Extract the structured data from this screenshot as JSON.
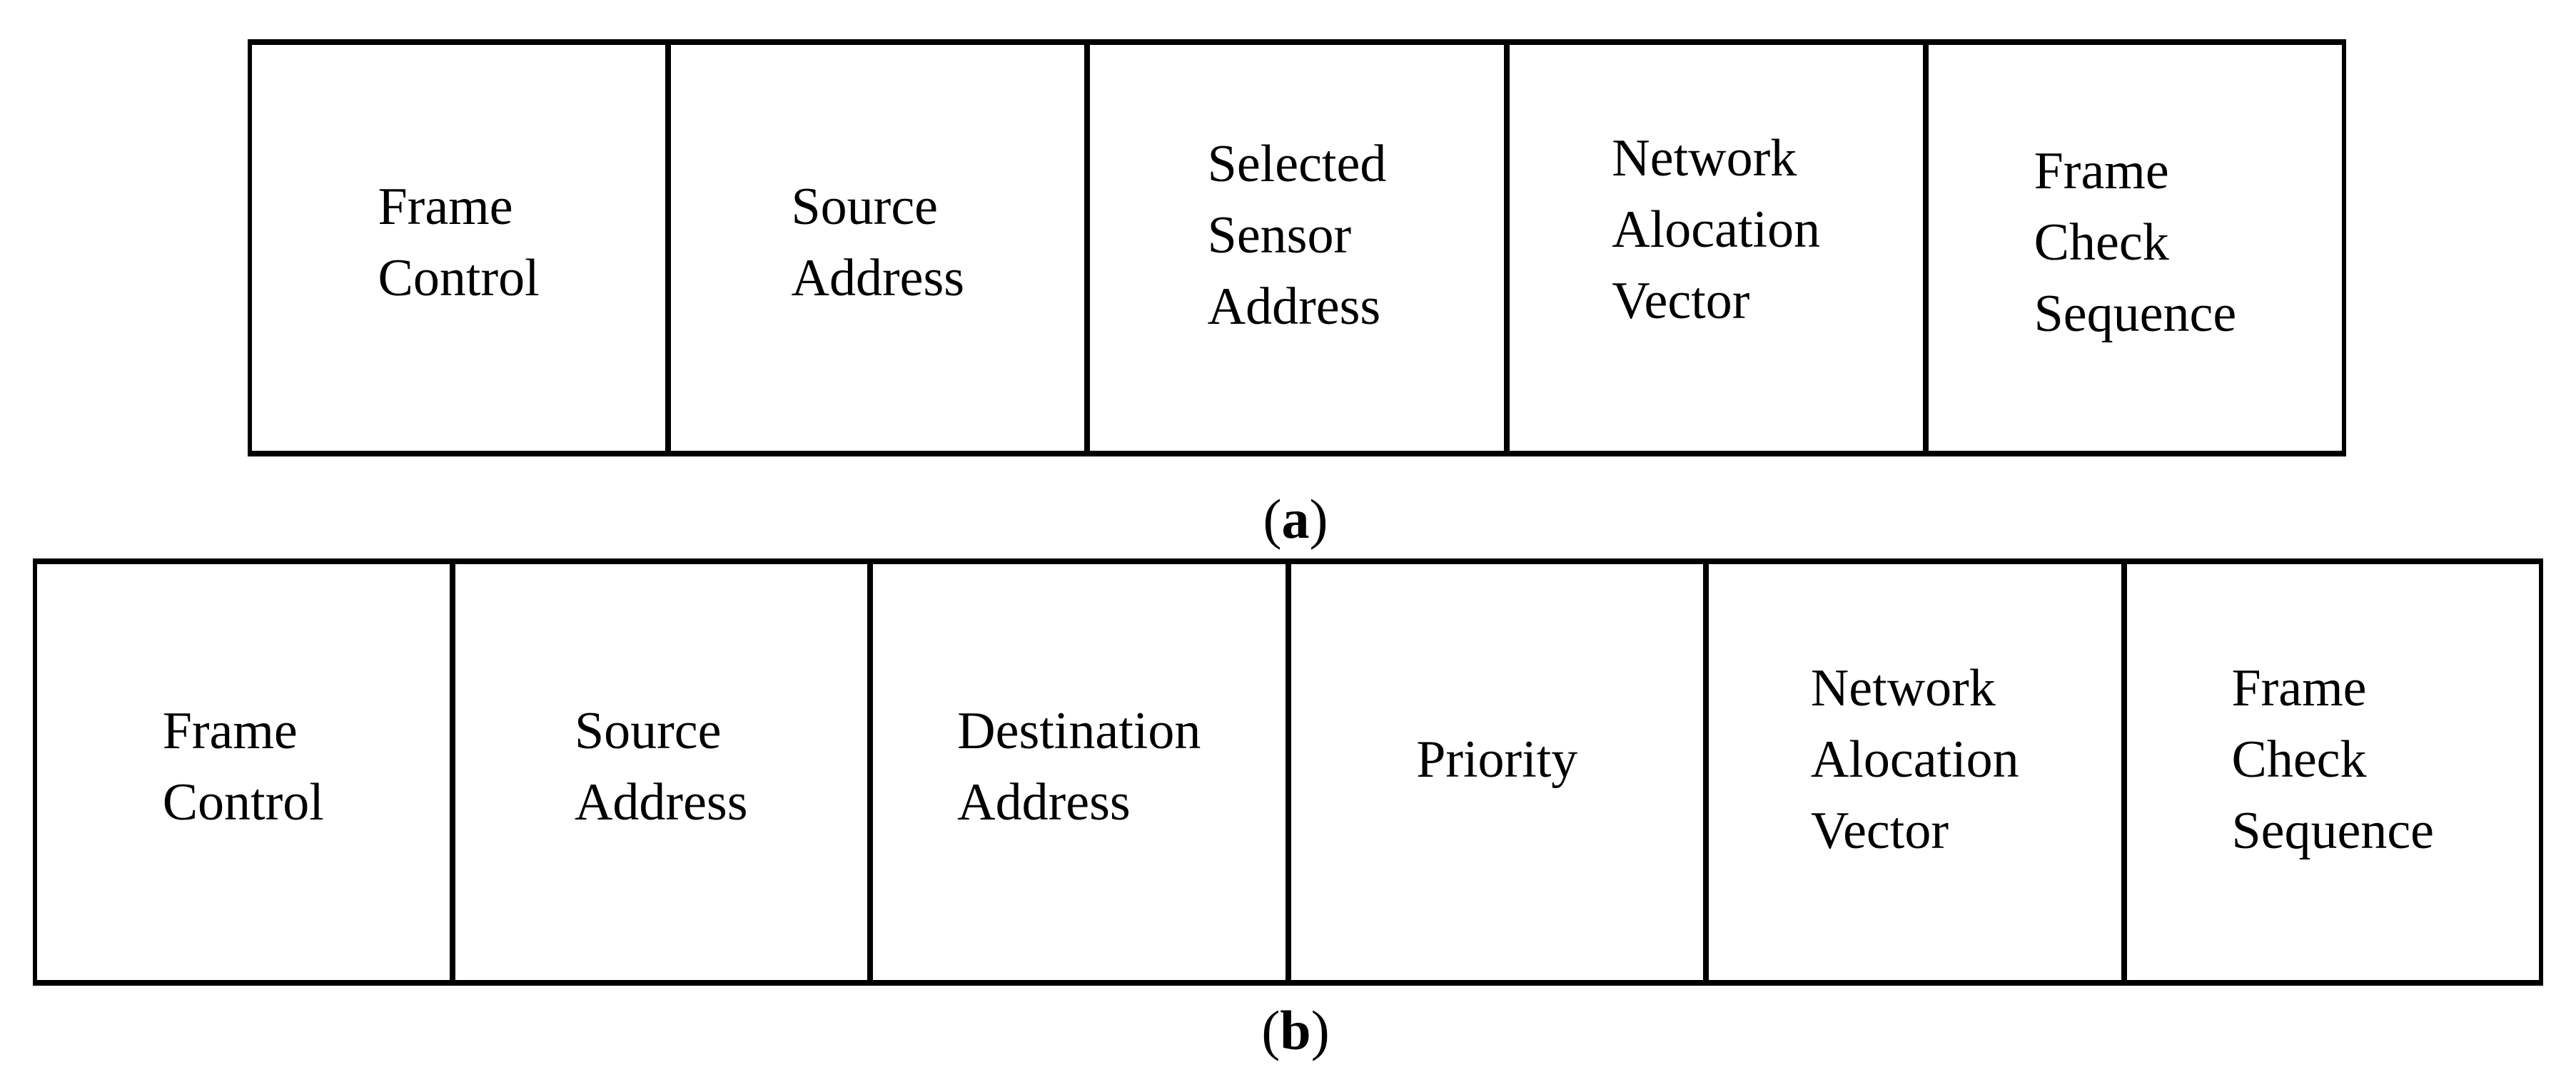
{
  "colors": {
    "background": "#ffffff",
    "border": "#000000",
    "text": "#000000"
  },
  "figure": {
    "panel_a": {
      "label": {
        "open": "(",
        "letter": "a",
        "close": ")"
      },
      "fields": [
        {
          "text": "Frame\nControl"
        },
        {
          "text": "Source\nAddress"
        },
        {
          "text": "Selected\nSensor\nAddress"
        },
        {
          "text": "Network\nAlocation\nVector"
        },
        {
          "text": "Frame\nCheck\nSequence"
        }
      ]
    },
    "panel_b": {
      "label": {
        "open": "(",
        "letter": "b",
        "close": ")"
      },
      "fields": [
        {
          "text": "Frame\nControl"
        },
        {
          "text": "Source\nAddress"
        },
        {
          "text": "Destination\nAddress"
        },
        {
          "text": "Priority"
        },
        {
          "text": "Network\nAlocation\nVector"
        },
        {
          "text": "Frame\nCheck\nSequence"
        }
      ]
    }
  }
}
